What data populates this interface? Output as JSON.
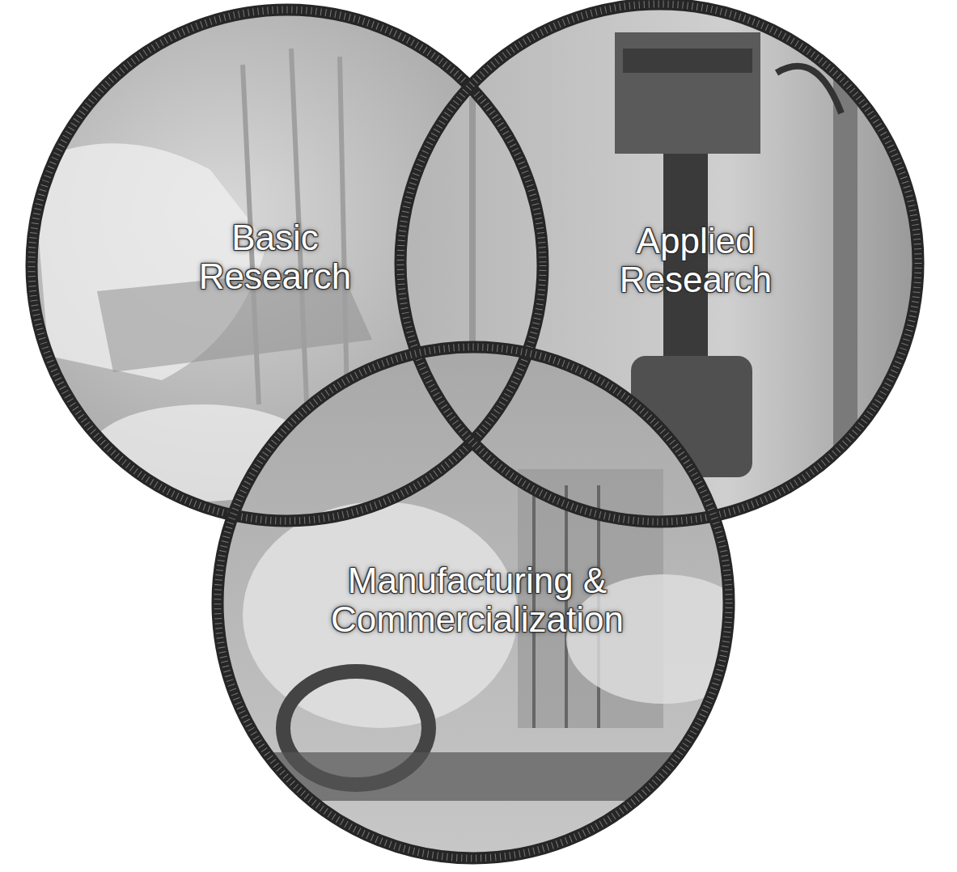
{
  "diagram": {
    "nodes": [
      {
        "text": [
          "Basic Research"
        ]
      },
      {
        "text": [
          "Applied Research"
        ]
      },
      {
        "text": [
          "Manufacturing & Commercialization"
        ]
      }
    ]
  }
}
